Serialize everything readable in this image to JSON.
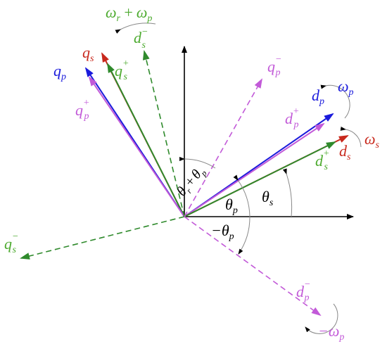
{
  "colors": {
    "axis": "#000000",
    "red": "#c8281c",
    "blue": "#1a1adc",
    "green": "#2f8a2c",
    "magenta": "#c25ad8",
    "label_green": "#4caa2e",
    "arc": "#888888"
  },
  "labels": {
    "qp": {
      "main": "q",
      "sub": "p"
    },
    "qs": {
      "main": "q",
      "sub": "s"
    },
    "qs_pos": {
      "main": "q",
      "sub": "s",
      "sup": "+"
    },
    "qp_pos": {
      "main": "q",
      "sub": "p",
      "sup": "+"
    },
    "ds_neg": {
      "main": "d",
      "sub": "s",
      "sup": "−"
    },
    "qp_neg": {
      "main": "q",
      "sub": "p",
      "sup": "−"
    },
    "dp": {
      "main": "d",
      "sub": "p"
    },
    "dp_pos": {
      "main": "d",
      "sub": "p",
      "sup": "+"
    },
    "ds": {
      "main": "d",
      "sub": "s"
    },
    "ds_pos": {
      "main": "d",
      "sub": "s",
      "sup": "+"
    },
    "qs_neg": {
      "main": "q",
      "sub": "s",
      "sup": "−"
    },
    "dp_neg": {
      "main": "d",
      "sub": "p",
      "sup": "−"
    },
    "omega_r_plus_p": {
      "w1": "ω",
      "s1": "r",
      "op": "+",
      "w2": "ω",
      "s2": "p"
    },
    "omega_p": {
      "main": "ω",
      "sub": "p"
    },
    "omega_s": {
      "main": "ω",
      "sub": "s"
    },
    "neg_omega_p": {
      "main": "−ω",
      "sub": "p"
    },
    "theta_p": {
      "main": "θ",
      "sub": "p"
    },
    "theta_s": {
      "main": "θ",
      "sub": "s"
    },
    "neg_theta_p": {
      "main": "−θ",
      "sub": "p"
    },
    "theta_r_plus_p": {
      "t1": "θ",
      "s1": "r",
      "op": "+",
      "t2": "θ",
      "s2": "p"
    }
  }
}
